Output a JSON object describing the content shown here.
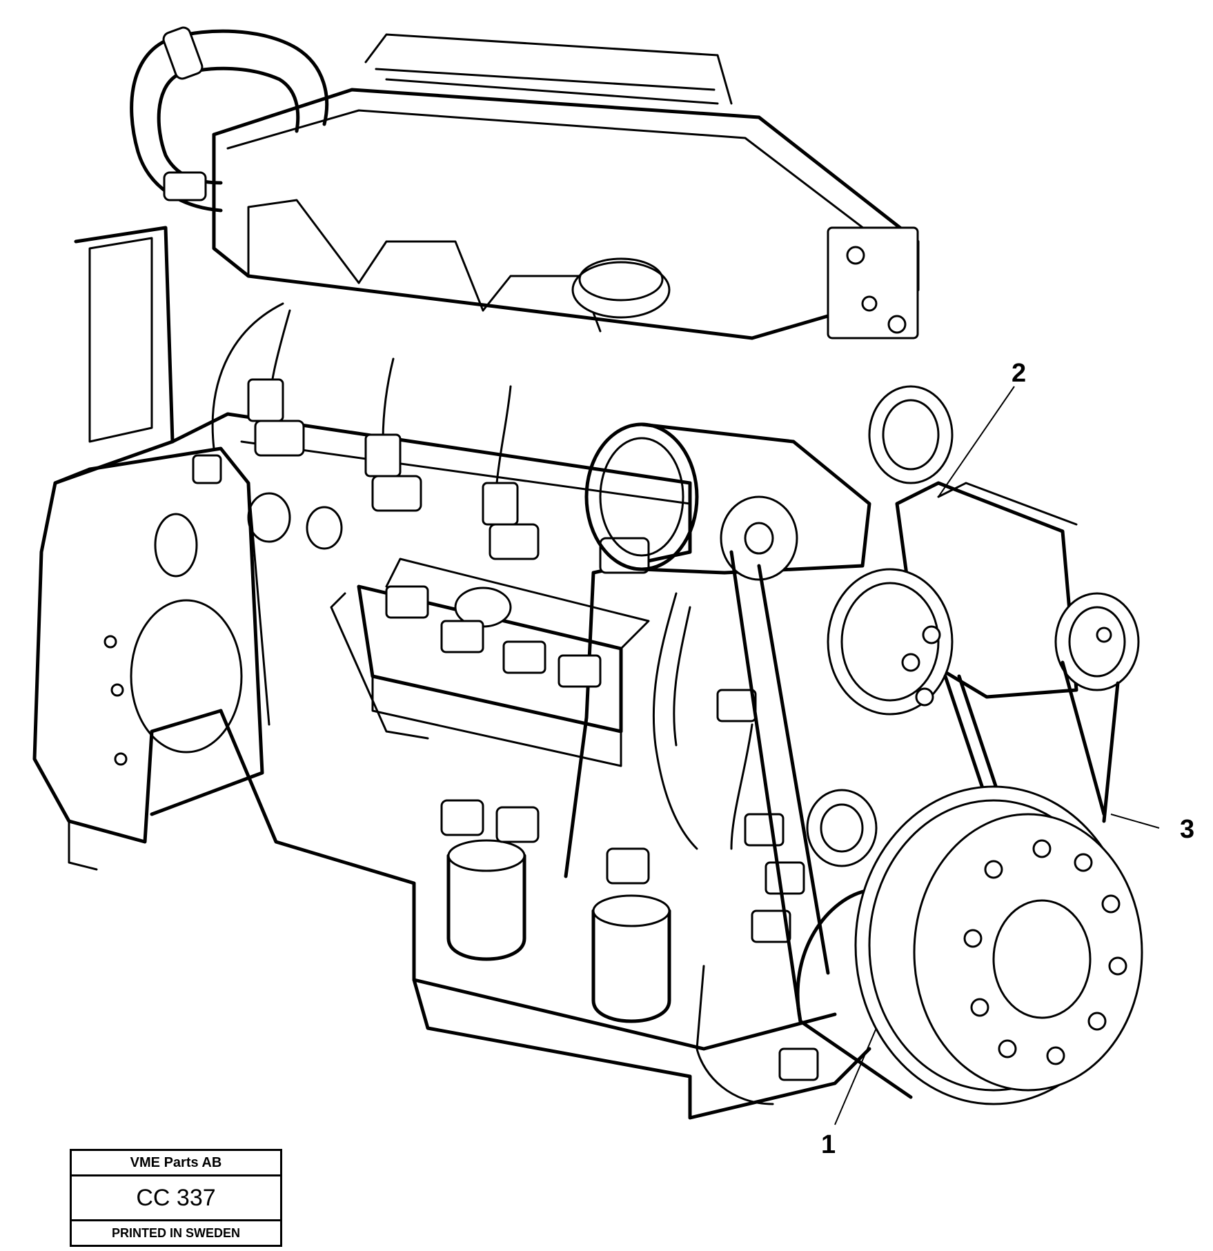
{
  "callouts": {
    "c1": "1",
    "c2": "2",
    "c3": "3"
  },
  "stamp": {
    "company": "VME Parts AB",
    "code": "CC 337",
    "printed": "PRINTED IN SWEDEN"
  },
  "colors": {
    "ink": "#000000",
    "paper": "#ffffff"
  }
}
